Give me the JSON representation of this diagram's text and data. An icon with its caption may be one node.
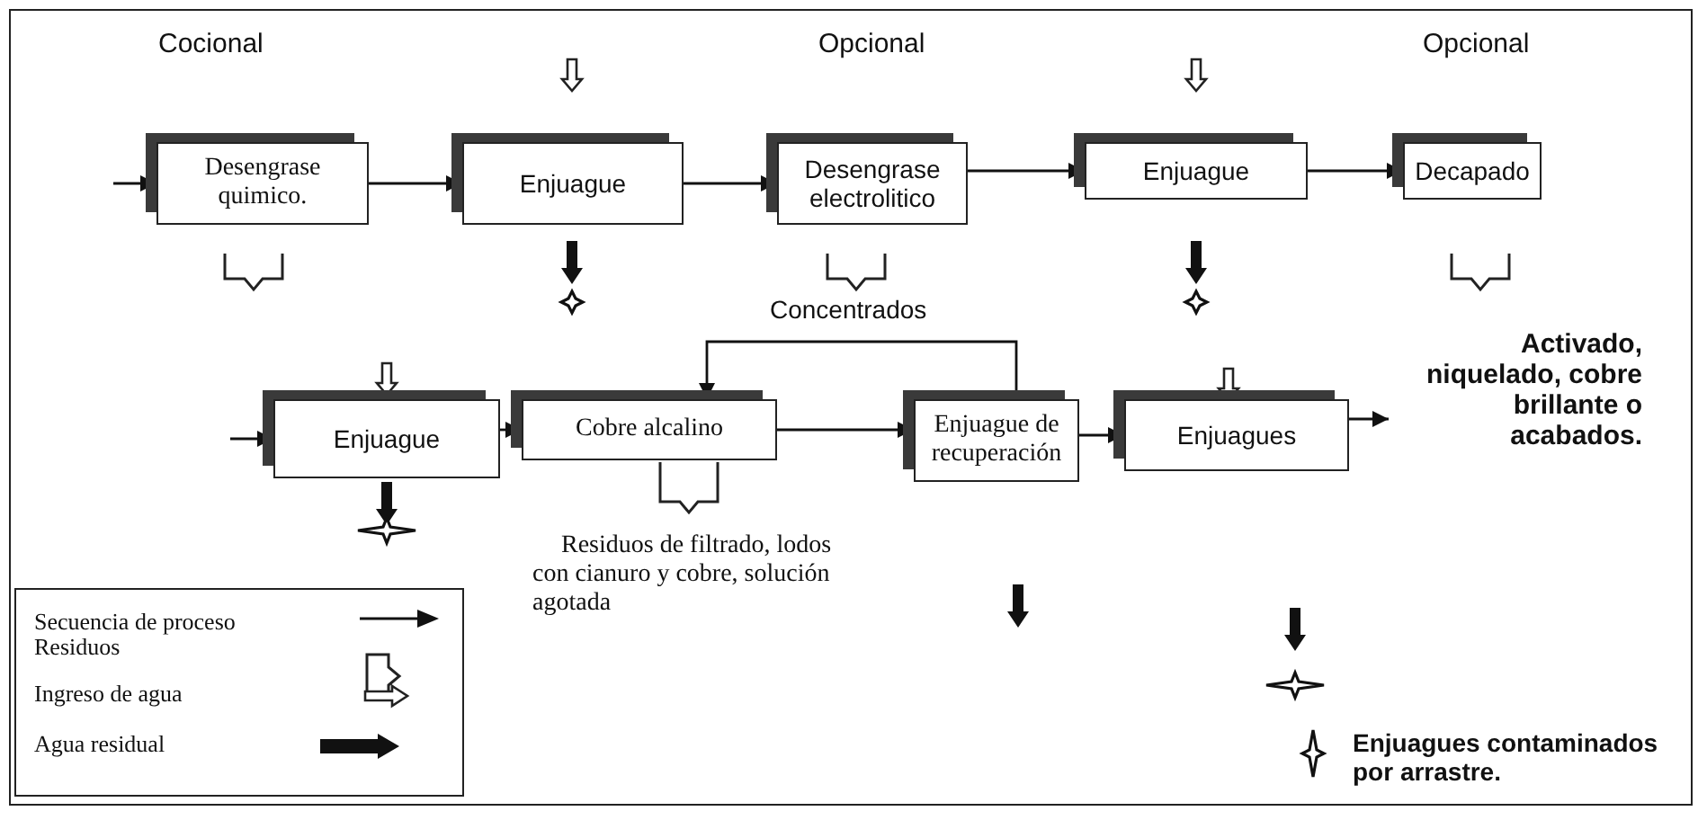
{
  "diagram": {
    "nodes": [
      {
        "text": [
          "Desengrase quimico."
        ],
        "beside": [
          "Cocional"
        ]
      },
      {
        "text": [
          "Enjuague"
        ]
      },
      {
        "text": [
          "Desengrase electrolitico"
        ],
        "beside": [
          "Opcional"
        ]
      },
      {
        "text": [
          "Enjuague"
        ]
      },
      {
        "text": [
          "Decapado"
        ],
        "beside": [
          "Opcional"
        ]
      },
      {
        "text": [
          "Enjuague"
        ]
      },
      {
        "text": [
          "Cobre alcalino"
        ]
      },
      {
        "text": [
          "Enjuague de recuperación"
        ]
      },
      {
        "text": [
          "Enjuagues"
        ]
      },
      {
        "text": [
          "Activado, niquelado, cobre brillante o acabados."
        ]
      }
    ],
    "edges": [
      {
        "from": null,
        "to": 0,
        "arrow": "to"
      },
      {
        "from": 0,
        "to": 1,
        "arrow": "to"
      },
      {
        "from": 1,
        "to": 2,
        "arrow": "to"
      },
      {
        "from": 2,
        "to": 3,
        "arrow": "to"
      },
      {
        "from": 3,
        "to": 4,
        "arrow": "to"
      },
      {
        "from": null,
        "to": 5,
        "arrow": "to"
      },
      {
        "from": 5,
        "to": 6,
        "arrow": "to"
      },
      {
        "from": 6,
        "to": 7,
        "arrow": "to"
      },
      {
        "from": 7,
        "to": 8,
        "arrow": "to"
      },
      {
        "from": 8,
        "to": 9,
        "arrow": "to"
      },
      {
        "from": 7,
        "to": 6,
        "arrow": "to"
      }
    ],
    "labels": [
      "Concentrados",
      "Residuos de filtrado, lodos con cianuro y cobre, solución agotada",
      "Enjuagues contaminados por arrastre."
    ],
    "legend": [
      {
        "text": "Secuencia de proceso"
      },
      {
        "text": "Residuos"
      },
      {
        "text": "Ingreso de agua"
      },
      {
        "text": "Agua residual"
      }
    ]
  }
}
